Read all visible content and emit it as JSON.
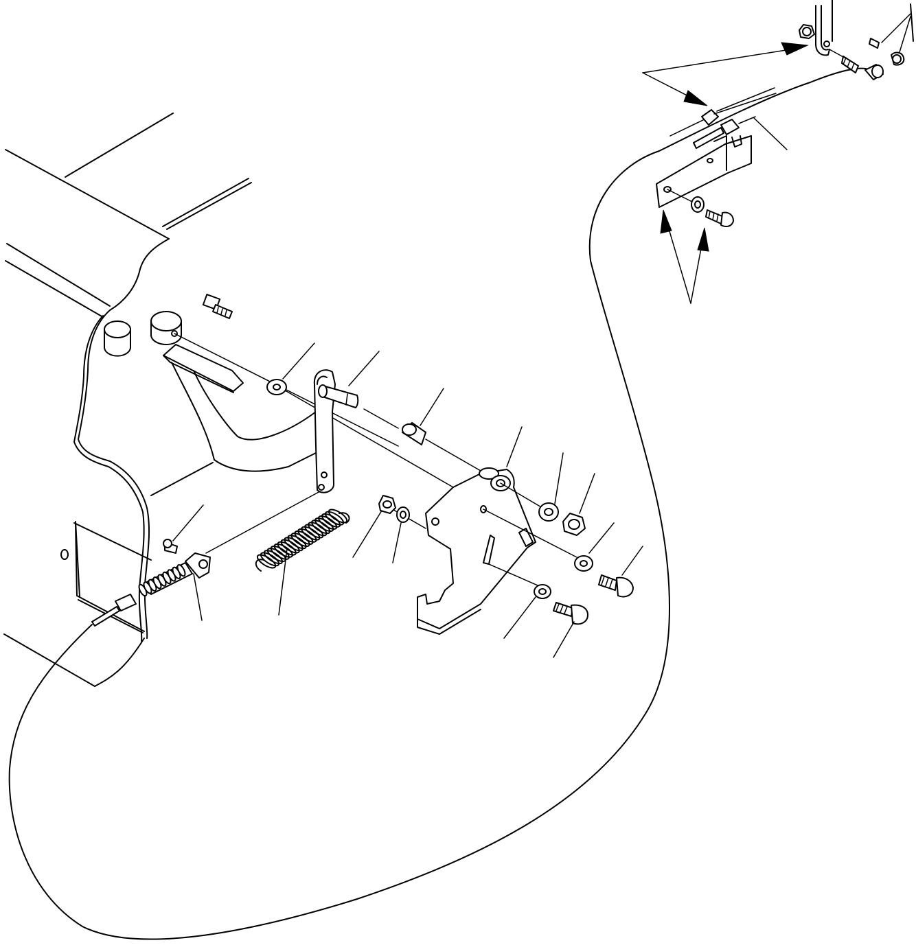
{
  "diagram": {
    "parts": [
      {
        "name": "cab-floor-panel"
      },
      {
        "name": "pedal-mount-boss"
      },
      {
        "name": "pedal-bushing-left"
      },
      {
        "name": "pedal-bolt-top"
      },
      {
        "name": "accelerator-pedal"
      },
      {
        "name": "pedal-washer"
      },
      {
        "name": "pedal-shaft"
      },
      {
        "name": "shaft-bushing"
      },
      {
        "name": "pedal-bracket"
      },
      {
        "name": "bracket-washer-top"
      },
      {
        "name": "bracket-nut-top"
      },
      {
        "name": "bracket-washer-mid"
      },
      {
        "name": "bracket-bolt-mid"
      },
      {
        "name": "bracket-washer-low"
      },
      {
        "name": "bracket-bolt-low"
      },
      {
        "name": "spring-nut"
      },
      {
        "name": "spring-washer"
      },
      {
        "name": "return-spring"
      },
      {
        "name": "clevis-pin"
      },
      {
        "name": "cable-clevis"
      },
      {
        "name": "throttle-cable"
      },
      {
        "name": "cable-mount-plate"
      },
      {
        "name": "plate-washer"
      },
      {
        "name": "plate-bolt"
      },
      {
        "name": "engine-lever-nut"
      },
      {
        "name": "engine-lever-clevis"
      },
      {
        "name": "engine-lever-bolt"
      }
    ],
    "callout_count": 17,
    "arrow_count": 6
  }
}
